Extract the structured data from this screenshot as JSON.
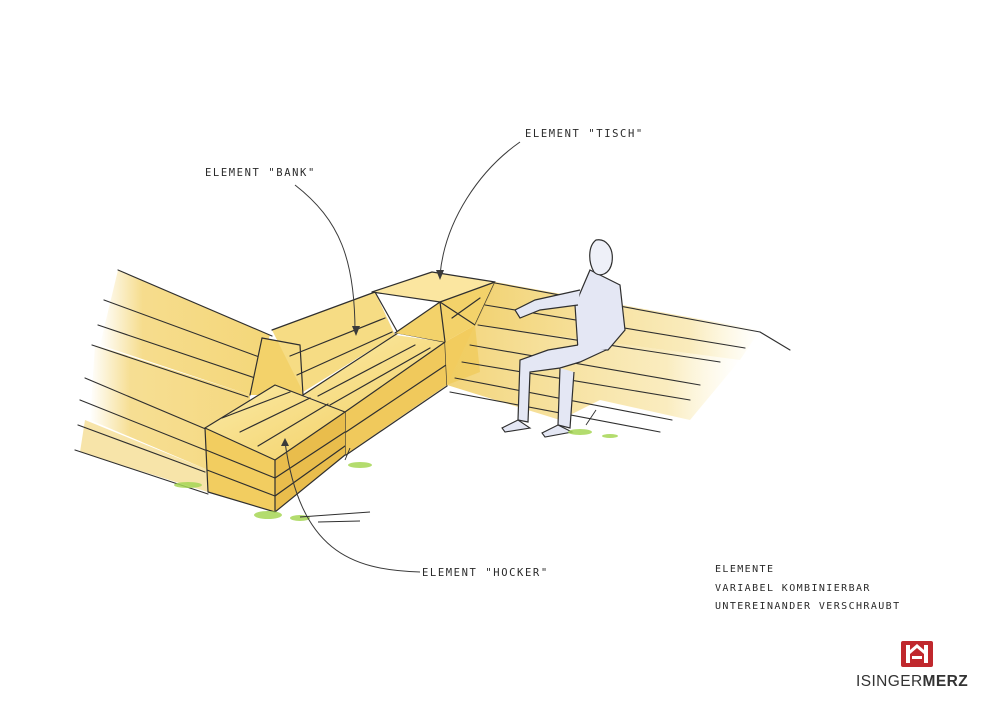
{
  "labels": {
    "bank": "ELEMENT \"BANK\"",
    "tisch": "ELEMENT \"TISCH\"",
    "hocker": "ELEMENT \"HOCKER\""
  },
  "notes": {
    "line1": "ELEMENTE",
    "line2": "VARIABEL KOMBINIERBAR",
    "line3": "UNTEREINANDER VERSCHRAUBT"
  },
  "logo": {
    "name_light": "ISINGER",
    "name_bold": "MERZ",
    "mark_color": "#c0282d"
  },
  "colors": {
    "wood": "#f3d26a",
    "wood_light": "#fbeaa6",
    "wood_shadow": "#e5b84a",
    "ink": "#2f2f2f",
    "grass": "#9fd04c",
    "figure": "#dfe3f2"
  }
}
